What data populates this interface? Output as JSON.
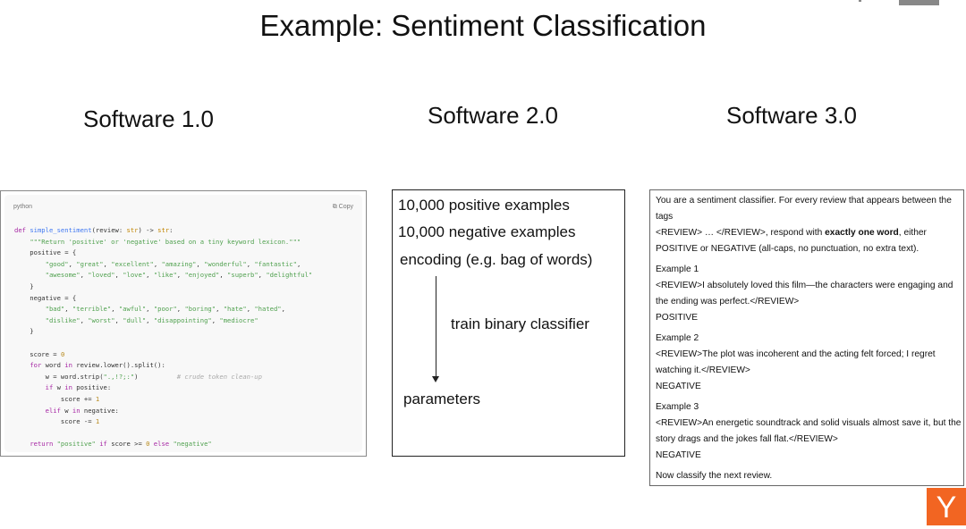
{
  "title": "Example: Sentiment Classification",
  "columns": {
    "sw1": "Software 1.0",
    "sw2": "Software 2.0",
    "sw3": "Software 3.0"
  },
  "code": {
    "language": "python",
    "copy_label": "Copy",
    "lines": [
      [
        [
          "k",
          "def "
        ],
        [
          "f",
          "simple_sentiment"
        ],
        [
          "",
          "(review: "
        ],
        [
          "t",
          "str"
        ],
        [
          "",
          ") -> "
        ],
        [
          "t",
          "str"
        ],
        [
          "",
          ":"
        ]
      ],
      [
        [
          "",
          "    "
        ],
        [
          "d",
          "\"\"\"Return 'positive' or 'negative' based on a tiny keyword lexicon.\"\"\""
        ]
      ],
      [
        [
          "",
          "    positive = {"
        ]
      ],
      [
        [
          "",
          "        "
        ],
        [
          "s",
          "\"good\""
        ],
        [
          "",
          ", "
        ],
        [
          "s",
          "\"great\""
        ],
        [
          "",
          ", "
        ],
        [
          "s",
          "\"excellent\""
        ],
        [
          "",
          ", "
        ],
        [
          "s",
          "\"amazing\""
        ],
        [
          "",
          ", "
        ],
        [
          "s",
          "\"wonderful\""
        ],
        [
          "",
          ", "
        ],
        [
          "s",
          "\"fantastic\""
        ],
        [
          "",
          ","
        ]
      ],
      [
        [
          "",
          "        "
        ],
        [
          "s",
          "\"awesome\""
        ],
        [
          "",
          ", "
        ],
        [
          "s",
          "\"loved\""
        ],
        [
          "",
          ", "
        ],
        [
          "s",
          "\"love\""
        ],
        [
          "",
          ", "
        ],
        [
          "s",
          "\"like\""
        ],
        [
          "",
          ", "
        ],
        [
          "s",
          "\"enjoyed\""
        ],
        [
          "",
          ", "
        ],
        [
          "s",
          "\"superb\""
        ],
        [
          "",
          ", "
        ],
        [
          "s",
          "\"delightful\""
        ]
      ],
      [
        [
          "",
          "    }"
        ]
      ],
      [
        [
          "",
          "    negative = {"
        ]
      ],
      [
        [
          "",
          "        "
        ],
        [
          "s",
          "\"bad\""
        ],
        [
          "",
          ", "
        ],
        [
          "s",
          "\"terrible\""
        ],
        [
          "",
          ", "
        ],
        [
          "s",
          "\"awful\""
        ],
        [
          "",
          ", "
        ],
        [
          "s",
          "\"poor\""
        ],
        [
          "",
          ", "
        ],
        [
          "s",
          "\"boring\""
        ],
        [
          "",
          ", "
        ],
        [
          "s",
          "\"hate\""
        ],
        [
          "",
          ", "
        ],
        [
          "s",
          "\"hated\""
        ],
        [
          "",
          ","
        ]
      ],
      [
        [
          "",
          "        "
        ],
        [
          "s",
          "\"dislike\""
        ],
        [
          "",
          ", "
        ],
        [
          "s",
          "\"worst\""
        ],
        [
          "",
          ", "
        ],
        [
          "s",
          "\"dull\""
        ],
        [
          "",
          ", "
        ],
        [
          "s",
          "\"disappointing\""
        ],
        [
          "",
          ", "
        ],
        [
          "s",
          "\"mediocre\""
        ]
      ],
      [
        [
          "",
          "    }"
        ]
      ],
      [
        [
          "",
          ""
        ]
      ],
      [
        [
          "",
          "    score = "
        ],
        [
          "n",
          "0"
        ]
      ],
      [
        [
          "",
          "    "
        ],
        [
          "k",
          "for"
        ],
        [
          "",
          " word "
        ],
        [
          "k",
          "in"
        ],
        [
          "",
          " review.lower().split():"
        ]
      ],
      [
        [
          "",
          "        w = word.strip("
        ],
        [
          "s",
          "\".,!?;:\""
        ],
        [
          "",
          ")          "
        ],
        [
          "c",
          "# crude token clean-up"
        ]
      ],
      [
        [
          "",
          "        "
        ],
        [
          "k",
          "if"
        ],
        [
          "",
          " w "
        ],
        [
          "k",
          "in"
        ],
        [
          "",
          " positive:"
        ]
      ],
      [
        [
          "",
          "            score += "
        ],
        [
          "n",
          "1"
        ]
      ],
      [
        [
          "",
          "        "
        ],
        [
          "k",
          "elif"
        ],
        [
          "",
          " w "
        ],
        [
          "k",
          "in"
        ],
        [
          "",
          " negative:"
        ]
      ],
      [
        [
          "",
          "            score -= "
        ],
        [
          "n",
          "1"
        ]
      ],
      [
        [
          "",
          ""
        ]
      ],
      [
        [
          "",
          "    "
        ],
        [
          "k",
          "return "
        ],
        [
          "s",
          "\"positive\""
        ],
        [
          "k",
          " if"
        ],
        [
          "",
          " score >= "
        ],
        [
          "n",
          "0"
        ],
        [
          "k",
          " else "
        ],
        [
          "s",
          "\"negative\""
        ]
      ]
    ]
  },
  "sw2": {
    "pos": "10,000 positive examples",
    "neg": "10,000 negative examples",
    "enc": "encoding (e.g. bag of words)",
    "train": "train binary classifier",
    "params": "parameters"
  },
  "sw3": {
    "intro1": "You are a sentiment classifier. For every review that appears between the tags",
    "intro2a": "<REVIEW> … </REVIEW>, respond with ",
    "intro2b": "exactly one word",
    "intro2c": ", either",
    "intro3": "POSITIVE or NEGATIVE (all-caps, no punctuation, no extra text).",
    "ex1": "Example 1",
    "ex1r": "<REVIEW>I absolutely loved this film—the characters were engaging and the ending was perfect.</REVIEW>",
    "ex1a": "POSITIVE",
    "ex2": "Example 2",
    "ex2r": "<REVIEW>The plot was incoherent and the acting felt forced; I regret watching it.</REVIEW>",
    "ex2a": "NEGATIVE",
    "ex3": "Example 3",
    "ex3r": "<REVIEW>An energetic soundtrack and solid visuals almost save it, but the story drags and the jokes fall flat.</REVIEW>",
    "ex3a": "NEGATIVE",
    "outro": "Now classify the next review."
  },
  "logo": "Y",
  "colors": {
    "logo": "#f26522"
  }
}
